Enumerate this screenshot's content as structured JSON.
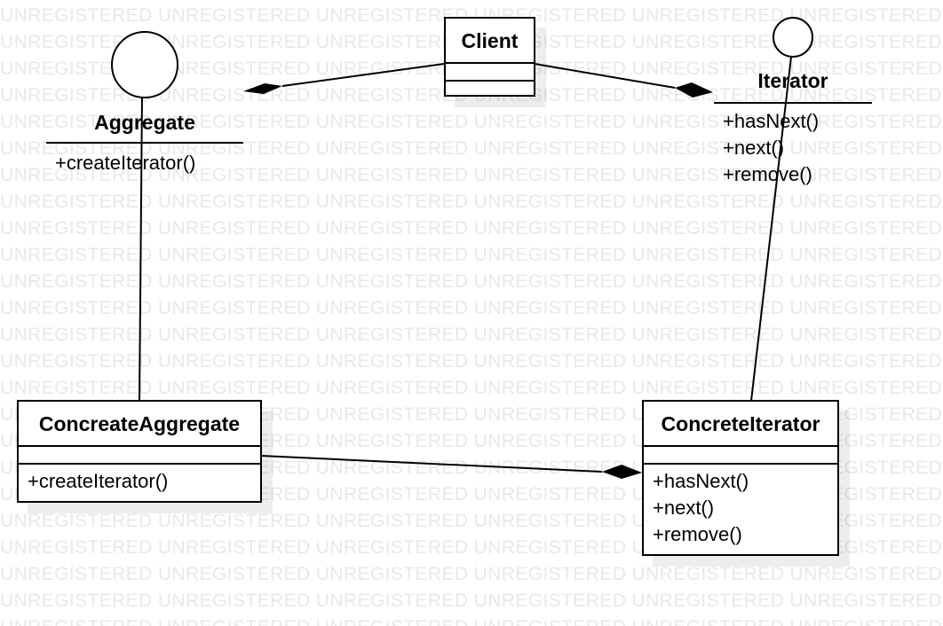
{
  "watermark": {
    "text": "UNREGISTERED"
  },
  "client": {
    "name": "Client"
  },
  "aggregate": {
    "name": "Aggregate",
    "operations": [
      "+createIterator()"
    ]
  },
  "iterator": {
    "name": "Iterator",
    "operations": [
      "+hasNext()",
      "+next()",
      "+remove()"
    ]
  },
  "concrete_aggregate": {
    "name": "ConcreateAggregate",
    "operations": [
      "+createIterator()"
    ]
  },
  "concrete_iterator": {
    "name": "ConcreteIterator",
    "operations": [
      "+hasNext()",
      "+next()",
      "+remove()"
    ]
  }
}
